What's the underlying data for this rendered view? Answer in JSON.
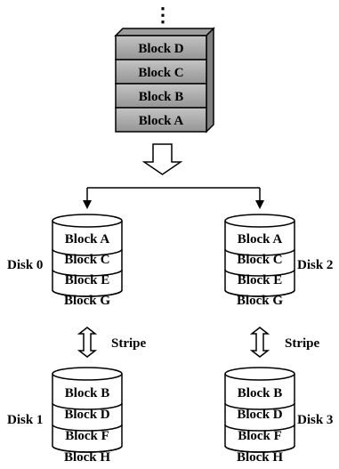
{
  "top_stack": {
    "ellipsis": "⋮",
    "blocks": [
      "Block D",
      "Block C",
      "Block B",
      "Block A"
    ]
  },
  "disks": [
    {
      "label": "Disk 0",
      "blocks": [
        "Block A",
        "Block C",
        "Block E",
        "Block G"
      ]
    },
    {
      "label": "Disk 2",
      "blocks": [
        "Block A",
        "Block C",
        "Block E",
        "Block G"
      ]
    },
    {
      "label": "Disk 1",
      "blocks": [
        "Block B",
        "Block D",
        "Block F",
        "Block H"
      ]
    },
    {
      "label": "Disk 3",
      "blocks": [
        "Block B",
        "Block D",
        "Block F",
        "Block H"
      ]
    }
  ],
  "stripe_labels": [
    "Stripe",
    "Stripe"
  ]
}
